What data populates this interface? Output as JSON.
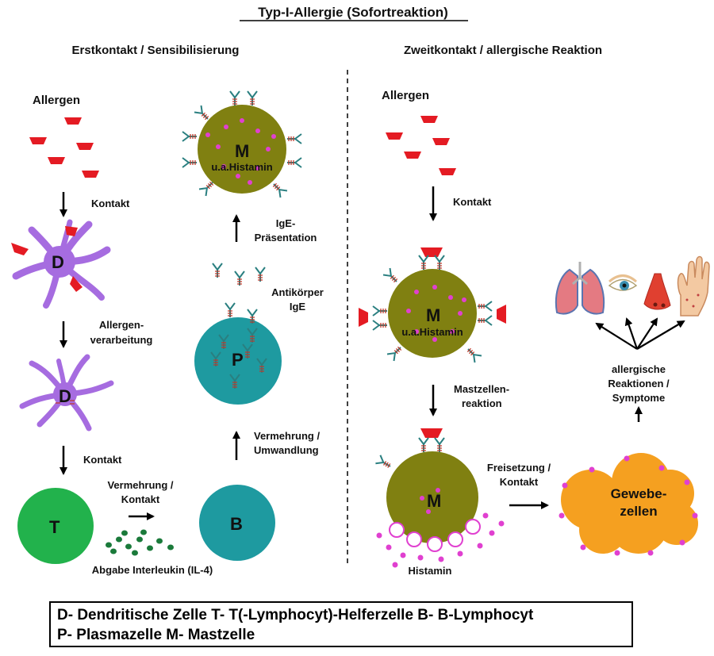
{
  "title": "Typ-I-Allergie (Sofortreaktion)",
  "left_heading": "Erstkontakt / Sensibilisierung",
  "right_heading": "Zweitkontakt / allergische Reaktion",
  "left": {
    "allergen": "Allergen",
    "contact1": "Kontakt",
    "dendritic_letter": "D",
    "processing_line1": "Allergen-",
    "processing_line2": "verarbeitung",
    "contact2": "Kontakt",
    "t_letter": "T",
    "b_letter": "B",
    "proliferation_line1": "Vermehrung /",
    "proliferation_line2": "Kontakt",
    "interleukin": "Abgabe Interleukin (IL-4)",
    "transformation_line1": "Vermehrung /",
    "transformation_line2": "Umwandlung",
    "p_letter": "P",
    "antibody_line1": "Antikörper",
    "antibody_line2": "IgE",
    "presentation_line1": "IgE-",
    "presentation_line2": "Präsentation",
    "m_letter": "M",
    "m_content": "u.a.Histamin"
  },
  "right": {
    "allergen": "Allergen",
    "contact": "Kontakt",
    "m_letter": "M",
    "m_content": "u.a.Histamin",
    "mast_reaction_line1": "Mastzellen-",
    "mast_reaction_line2": "reaktion",
    "m_letter2": "M",
    "histamine": "Histamin",
    "release_line1": "Freisetzung /",
    "release_line2": "Kontakt",
    "tissue_line1": "Gewebe-",
    "tissue_line2": "zellen",
    "symptoms_line1": "allergische",
    "symptoms_line2": "Reaktionen /",
    "symptoms_line3": "Symptome"
  },
  "legend": {
    "line1": "D- Dendritische Zelle    T- T(-Lymphocyt)-Helferzelle    B- B-Lymphocyt",
    "line2": "P- Plasmazelle    M- Mastzelle"
  },
  "colors": {
    "allergen": "#e41b23",
    "dendritic": "#a66ce0",
    "t_cell": "#22b24c",
    "b_cell": "#1e9aa0",
    "plasma": "#1e9aa0",
    "mast": "#808011",
    "granule": "#e040d0",
    "tissue": "#f5a020",
    "antibody": "#2a7f80",
    "interleukin": "#1a7a3a"
  }
}
